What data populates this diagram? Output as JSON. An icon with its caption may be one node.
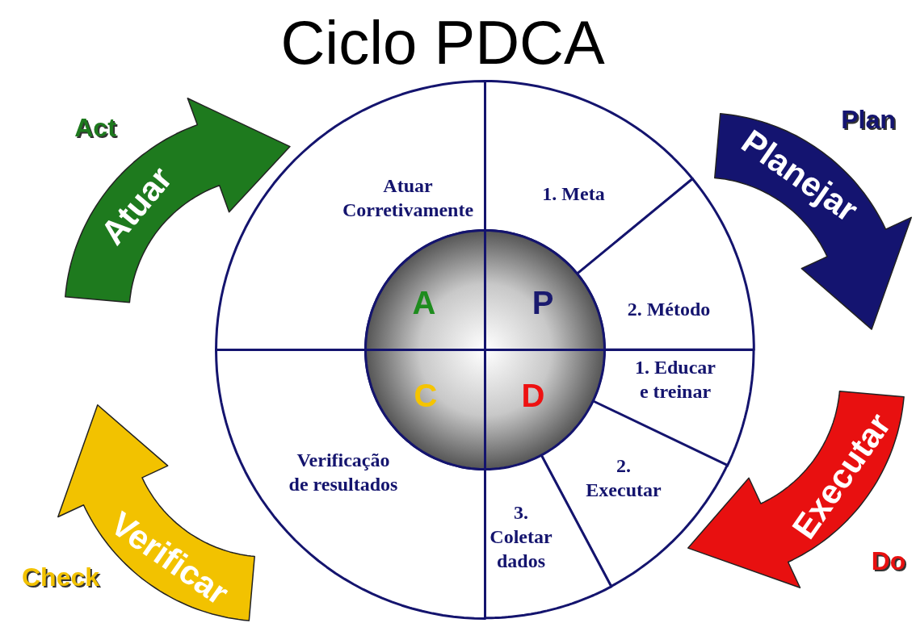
{
  "diagram": {
    "title": "Ciclo PDCA",
    "nodes": [
      {
        "text": [
          "Atuar"
        ],
        "beside": [
          "Act"
        ]
      },
      {
        "text": [
          "Planejar"
        ],
        "beside": [
          "Plan"
        ]
      },
      {
        "text": [
          "Atuar Corretivamente"
        ]
      },
      {
        "text": [
          "1. Meta"
        ]
      },
      {
        "text": [
          "2. Método"
        ]
      },
      {
        "text": [
          "A"
        ]
      },
      {
        "text": [
          "P"
        ]
      },
      {
        "text": [
          "C"
        ]
      },
      {
        "text": [
          "D"
        ]
      },
      {
        "text": [
          "1. Educar e treinar"
        ]
      },
      {
        "text": [
          "2. Executar"
        ]
      },
      {
        "text": [
          "Verificação de resultados"
        ]
      },
      {
        "text": [
          "3. Coletar dados"
        ]
      },
      {
        "text": [
          "Verificar"
        ],
        "beside": [
          "Check"
        ]
      },
      {
        "text": [
          "Executar"
        ],
        "beside": [
          "Do"
        ]
      }
    ]
  }
}
